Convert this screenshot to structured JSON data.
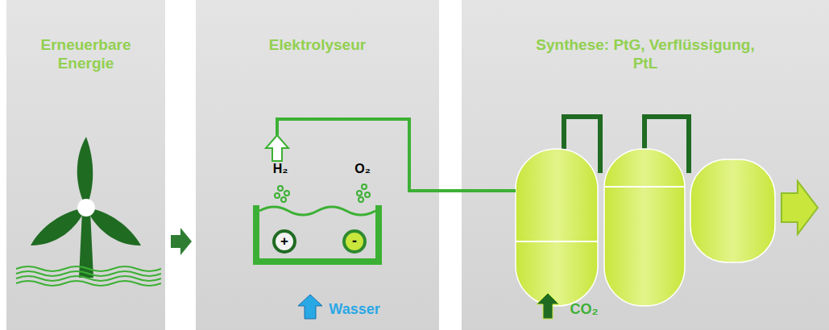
{
  "diagram": {
    "nodes": [
      {
        "text": [
          "Erneuerbare Energie"
        ]
      },
      {
        "text": [
          "Elektrolyseur"
        ]
      },
      {
        "text": [
          "Synthese: PtG, Verflüssigung, PtL"
        ]
      }
    ],
    "edges": [
      {
        "from": 0,
        "to": 1,
        "arrow": "to"
      },
      {
        "from": 1,
        "to": 2,
        "arrow": "none"
      }
    ],
    "labels": [
      "H₂",
      "O₂",
      "+",
      "-",
      "Wasser",
      "CO₂"
    ]
  }
}
